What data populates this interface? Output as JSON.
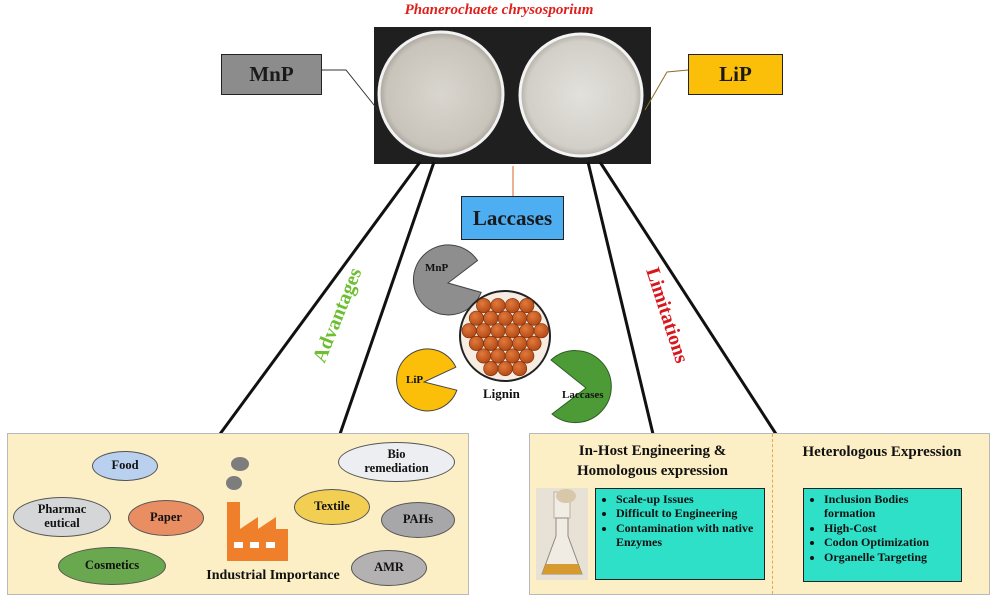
{
  "title": "Phanerochaete chrysosporium",
  "enzymes": {
    "mnp": "MnP",
    "lip": "LiP",
    "laccases": "Laccases"
  },
  "side_labels": {
    "advantages": "Advantages",
    "limitations": "Limitations"
  },
  "center": {
    "lignin": "Lignin",
    "pacman_mnp": "MnP",
    "pacman_lip": "LiP",
    "pacman_laccases": "Laccases"
  },
  "industrial": {
    "caption": "Industrial Importance",
    "items": [
      "Food",
      "Bio remediation",
      "Pharmac eutical",
      "Paper",
      "Textile",
      "PAHs",
      "Cosmetics",
      "AMR"
    ]
  },
  "in_host": {
    "heading_line1": "In-Host Engineering &",
    "heading_line2": "Homologous expression",
    "points": [
      "Scale-up Issues",
      "Difficult to Engineering",
      "Contamination with native Enzymes"
    ]
  },
  "heterologous": {
    "heading": "Heterologous Expression",
    "points": [
      "Inclusion Bodies formation",
      "High-Cost",
      "Codon Optimization",
      "Organelle Targeting"
    ]
  },
  "colors": {
    "title": "#e0201b",
    "mnp": "#8c8c8c",
    "lip": "#fbbf0a",
    "laccases": "#4daef2",
    "advantages": "#6cbf2f",
    "limitations": "#d8171d",
    "panel": "#fcefc6",
    "note": "#2ee0c8",
    "lignin_cell": "#c4531b"
  }
}
